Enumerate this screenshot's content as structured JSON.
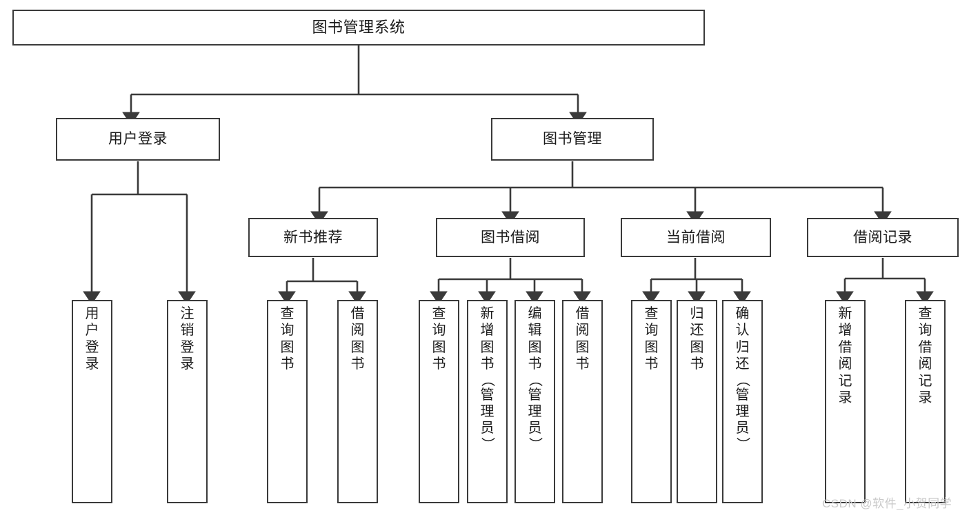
{
  "diagram": {
    "title": "图书管理系统",
    "type": "tree-hierarchy",
    "root": {
      "label": "图书管理系统"
    },
    "level1": [
      {
        "label": "用户登录"
      },
      {
        "label": "图书管理"
      }
    ],
    "level2": [
      {
        "parent": "图书管理",
        "label": "新书推荐"
      },
      {
        "parent": "图书管理",
        "label": "图书借阅"
      },
      {
        "parent": "图书管理",
        "label": "当前借阅"
      },
      {
        "parent": "图书管理",
        "label": "借阅记录"
      }
    ],
    "leaves": {
      "user_login": [
        {
          "label": "用户登录"
        },
        {
          "label": "注销登录"
        }
      ],
      "new_book": [
        {
          "label": "查询图书"
        },
        {
          "label": "借阅图书"
        }
      ],
      "borrow": [
        {
          "label": "查询图书"
        },
        {
          "label": "新增图书（管理员）"
        },
        {
          "label": "编辑图书（管理员）"
        },
        {
          "label": "借阅图书"
        }
      ],
      "current": [
        {
          "label": "查询图书"
        },
        {
          "label": "归还图书"
        },
        {
          "label": "确认归还（管理员）"
        }
      ],
      "records": [
        {
          "label": "新增借阅记录"
        },
        {
          "label": "查询借阅记录"
        }
      ]
    }
  },
  "watermark": {
    "text": "CSDN @软件_小贺同学"
  },
  "colors": {
    "stroke": "#3a3a3a",
    "box_fill": "#ffffff",
    "text": "#1b1b1b",
    "watermark": "#c9c9c9",
    "background": "#ffffff"
  }
}
